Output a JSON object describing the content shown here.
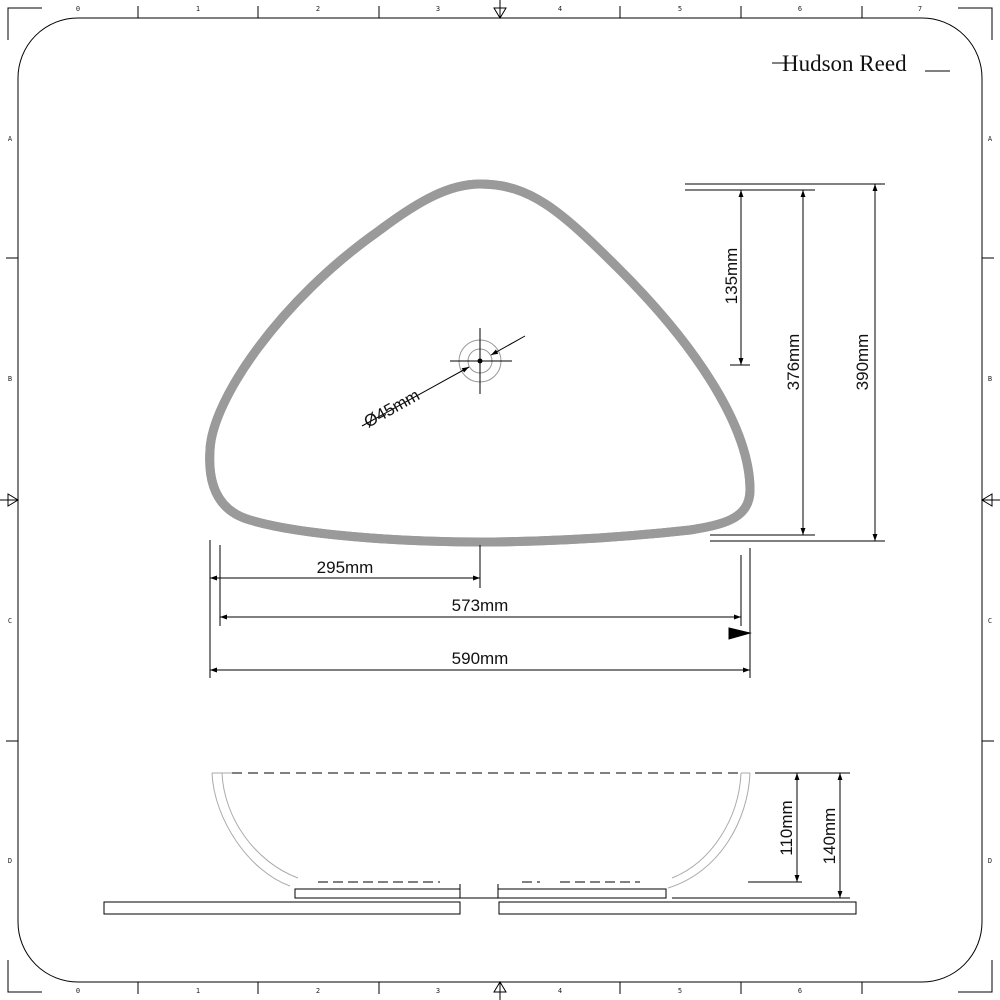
{
  "logo": {
    "brand": "Hudson Reed"
  },
  "ruler": {
    "columns": [
      "0",
      "1",
      "2",
      "3",
      "4",
      "5",
      "6",
      "7"
    ],
    "rows": [
      "A",
      "B",
      "C",
      "D"
    ]
  },
  "top_view": {
    "drain_diameter": "Ø45mm",
    "width_to_drain": "295mm",
    "inner_width": "573mm",
    "overall_width": "590mm",
    "depth_to_drain": "135mm",
    "inner_depth": "376mm",
    "overall_depth": "390mm"
  },
  "side_view": {
    "inner_height": "110mm",
    "overall_height": "140mm"
  }
}
